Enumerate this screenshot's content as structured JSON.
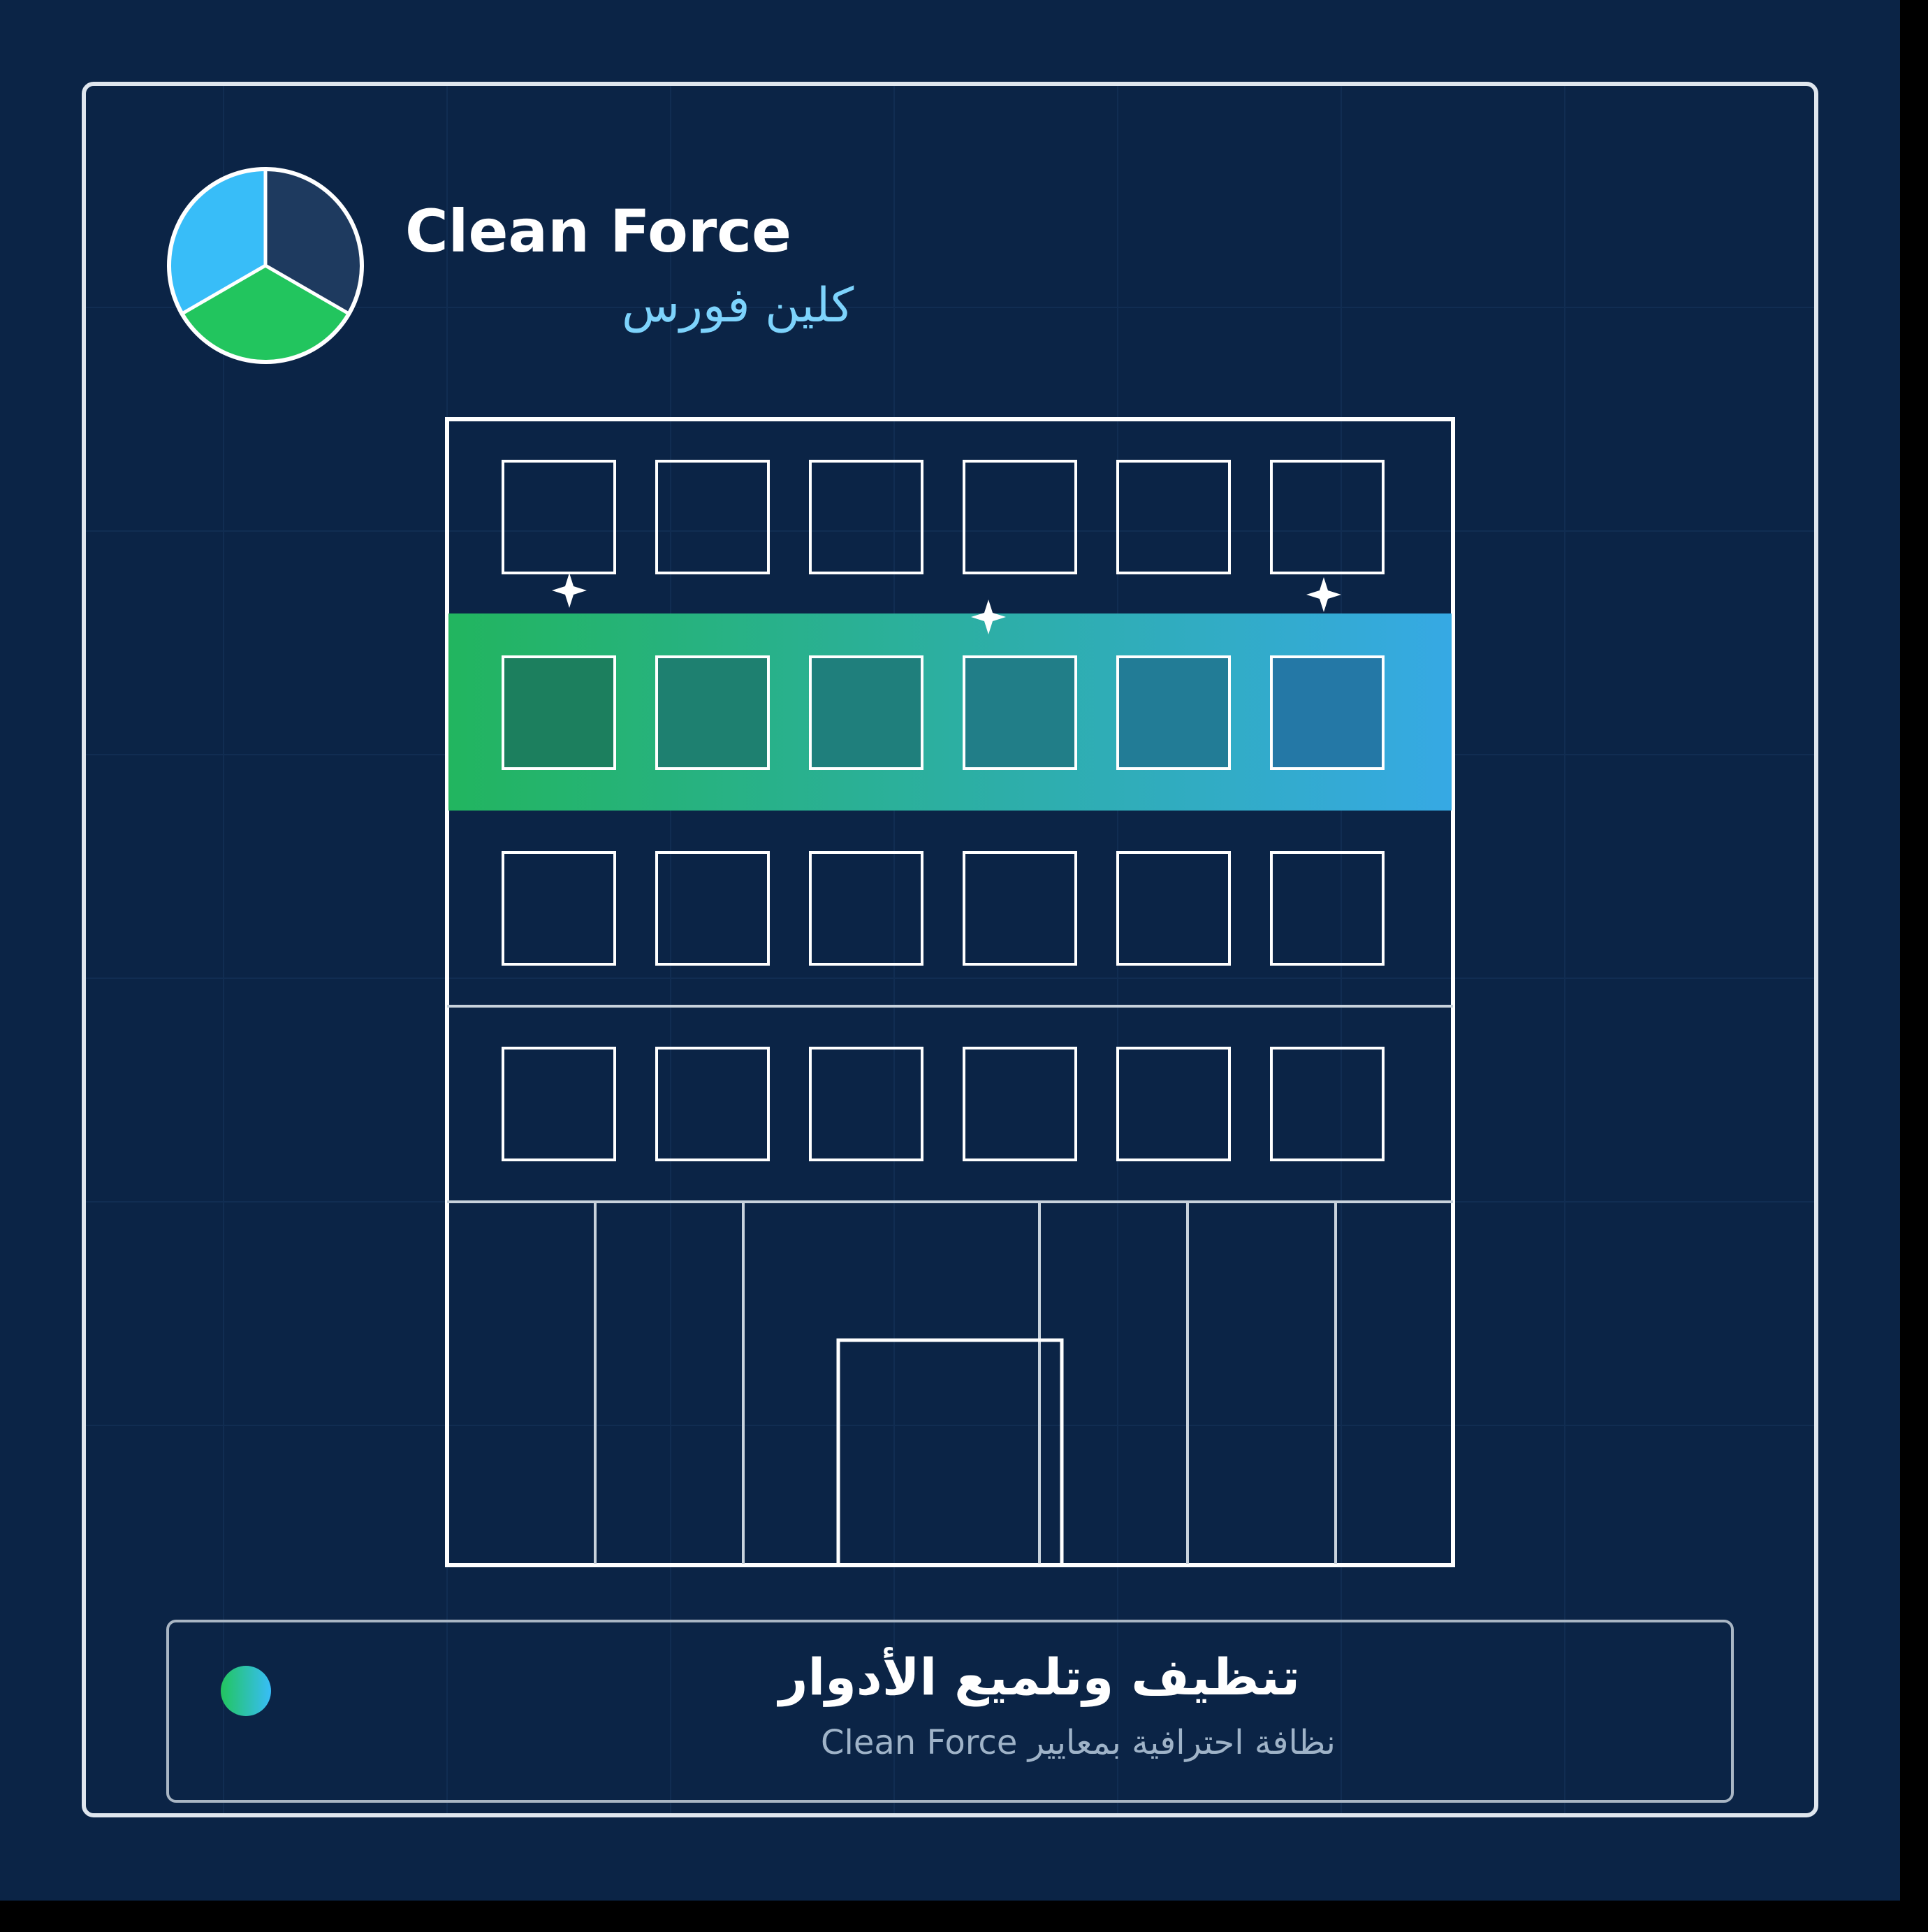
{
  "brand": {
    "name": "Clean Force",
    "name_ar": "كلين فورس",
    "logo_icon": "tri-segment-circle-logo"
  },
  "scene": {
    "building_icon": "building-facade",
    "highlighted_floor": 2,
    "sparkle_icon": "sparkle-star"
  },
  "caption": {
    "title": "تنظيف وتلميع الأدوار",
    "subtitle": "نظافة احترافية بمعايير Clean Force",
    "dot_icon": "gradient-dot"
  },
  "colors": {
    "background": "#0b2446",
    "outer": "#000000",
    "frame": "#dfe6ee",
    "line": "#ffffff",
    "green": "#22c55e",
    "blue": "#38bdf8",
    "logo_dark": "#1e3a5f",
    "subtitle_blue": "#7dd3fc",
    "caption_muted": "#9fb3c8"
  }
}
